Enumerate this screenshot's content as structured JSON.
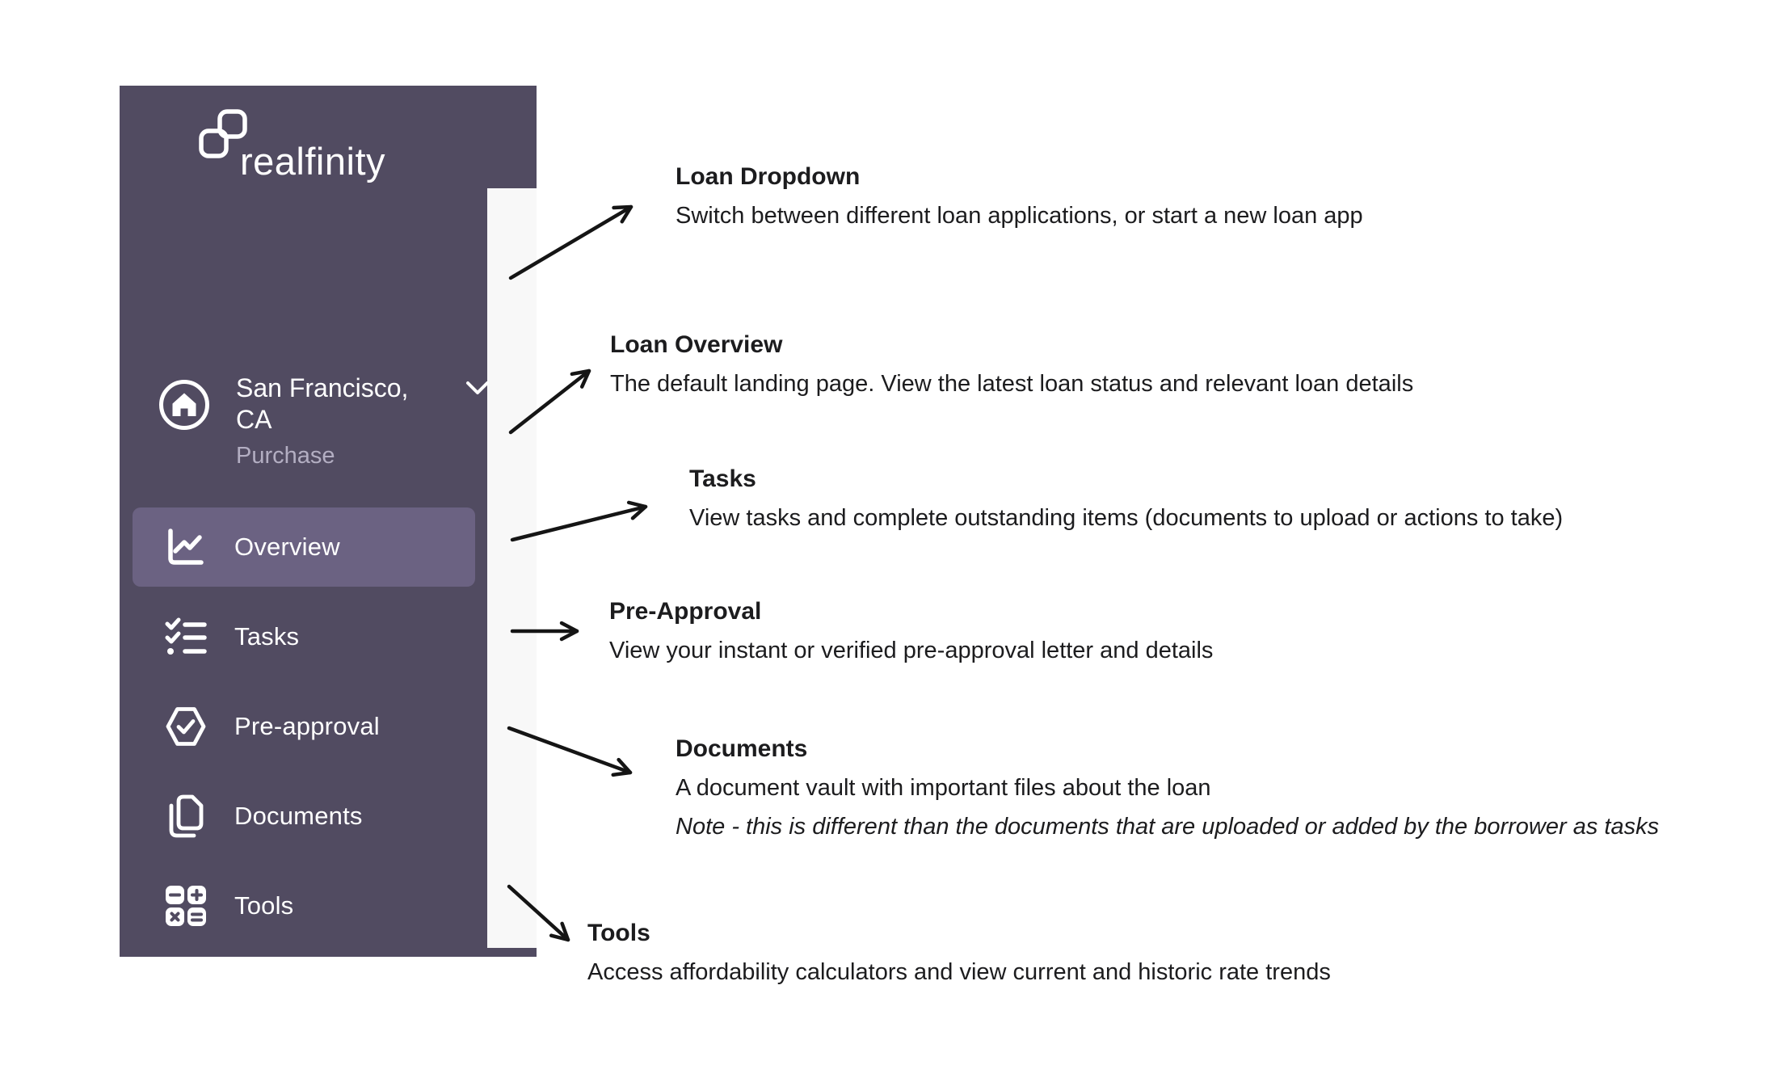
{
  "brand": {
    "name": "realfinity",
    "logo_icon": "linked-squares-icon"
  },
  "colors": {
    "sidebar_bg": "#514b61",
    "active_item_bg": "#6b6282",
    "gutter_bg": "#f8f8f8",
    "sidebar_text": "#ffffff",
    "muted_text": "#b3aec2",
    "annotation_text": "#1c1c1e",
    "arrow": "#151515"
  },
  "sidebar": {
    "loan_selector": {
      "title": "San Francisco, CA",
      "subtitle": "Purchase",
      "icon": "home-icon",
      "chevron": "chevron-down-icon"
    },
    "items": [
      {
        "label": "Overview",
        "icon": "line-chart-icon",
        "active": true
      },
      {
        "label": "Tasks",
        "icon": "checklist-icon",
        "active": false
      },
      {
        "label": "Pre-approval",
        "icon": "hexagon-check-icon",
        "active": false
      },
      {
        "label": "Documents",
        "icon": "documents-copy-icon",
        "active": false
      },
      {
        "label": "Tools",
        "icon": "calculator-ops-icon",
        "active": false
      }
    ]
  },
  "annotations": [
    {
      "title": "Loan Dropdown",
      "lines": [
        "Switch between different loan applications, or start a new loan app"
      ]
    },
    {
      "title": "Loan Overview",
      "lines": [
        "The default landing page. View the latest loan status and relevant loan details"
      ]
    },
    {
      "title": "Tasks",
      "lines": [
        "View tasks and complete outstanding items (documents to upload or actions to take)"
      ]
    },
    {
      "title": "Pre-Approval",
      "lines": [
        "View your instant or verified pre-approval letter and details"
      ]
    },
    {
      "title": "Documents",
      "lines": [
        "A document vault with important files about the loan"
      ],
      "note": "Note - this is different than the documents that are uploaded or added by the borrower as tasks"
    },
    {
      "title": "Tools",
      "lines": [
        "Access affordability calculators and view current and historic rate trends"
      ]
    }
  ]
}
